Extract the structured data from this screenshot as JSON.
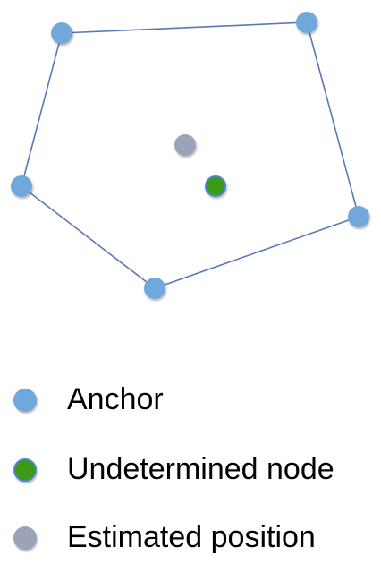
{
  "colors": {
    "anchor": "#6fa8dc",
    "anchor_edge": "#5b95cc",
    "undetermined_fill": "#3d9a16",
    "undetermined_ring": "#4a86c8",
    "estimated": "#9aa3b8",
    "polygon_line": "#5a78b8"
  },
  "legend": {
    "items": [
      {
        "key": "anchor",
        "label": "Anchor"
      },
      {
        "key": "undetermined",
        "label": "Undetermined node"
      },
      {
        "key": "estimated",
        "label": "Estimated position"
      }
    ]
  }
}
